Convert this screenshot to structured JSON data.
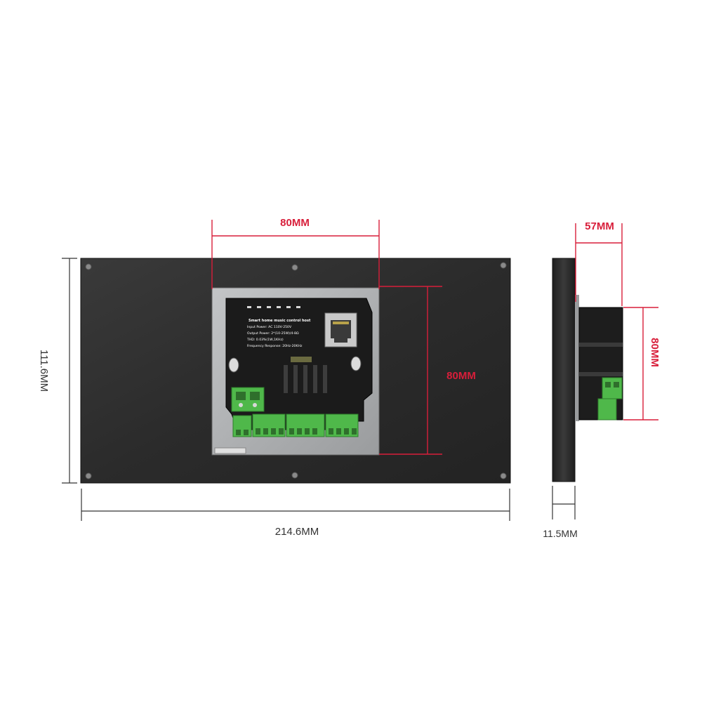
{
  "dimensions": {
    "total_width": "214.6MM",
    "total_height": "111.6MM",
    "module_width": "80MM",
    "module_height": "80MM",
    "side_depth": "57MM",
    "side_height": "80MM",
    "panel_thickness": "11.5MM"
  },
  "module_label": {
    "title": "Smart home music control host",
    "input_power": "Input Power: AC 110V-250V",
    "output_power": "Output Power: 2*(10-25W)/4-8Ω",
    "thd": "THD: 0.03%(1W,1KHz)",
    "frequency_response": "Frequency Response: 20Hz-20KHz"
  },
  "colors": {
    "panel": "#2b2b2b",
    "module_plate": "#a9abad",
    "terminal_green": "#4fb84a",
    "dimension_red": "#d81e3a",
    "dimension_black": "#333333"
  }
}
